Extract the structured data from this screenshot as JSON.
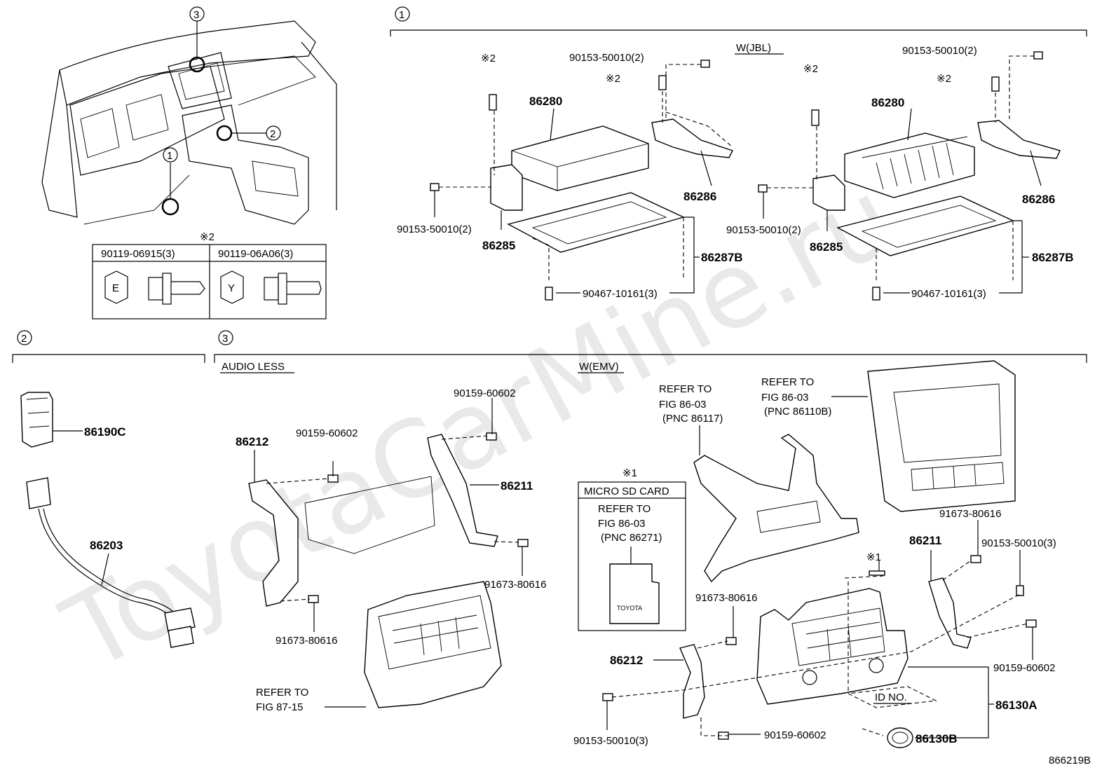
{
  "watermark": "ToyotaCarMine.ru",
  "figure_id": "866219B",
  "sections": {
    "s1": {
      "marker": "1",
      "variant": "W(JBL)"
    },
    "s2": {
      "marker": "2"
    },
    "s3": {
      "marker": "3",
      "variant_left": "AUDIO LESS",
      "variant_right": "W(EMV)"
    }
  },
  "overview_markers": [
    "3",
    "2",
    "1"
  ],
  "note2": {
    "mark": "※2",
    "bolt1": {
      "part": "90119-06915(3)",
      "head_letter": "E"
    },
    "bolt2": {
      "part": "90119-06A06(3)",
      "head_letter": "Y"
    }
  },
  "jbl_left": {
    "amp": "86280",
    "screw_top": "90153-50010(2)",
    "mark_a": "※2",
    "mark_b": "※2",
    "screw_left": "90153-50010(2)",
    "bracket_l": "86285",
    "bracket_r": "86286",
    "plate": "86287B",
    "clip": "90467-10161(3)"
  },
  "jbl_right": {
    "amp": "86280",
    "screw_top": "90153-50010(2)",
    "mark_a": "※2",
    "mark_b": "※2",
    "screw_left": "90153-50010(2)",
    "bracket_l": "86285",
    "bracket_r": "86286",
    "plate": "86287B",
    "clip": "90467-10161(3)"
  },
  "s2parts": {
    "switch": "86190C",
    "harness": "86203"
  },
  "audio_less": {
    "bracket_l": "86212",
    "bracket_r": "86211",
    "screw_a": "90159-60602",
    "screw_b": "90159-60602",
    "screw_c": "91673-80616",
    "screw_d": "91673-80616",
    "refer_line1": "REFER TO",
    "refer_line2": "FIG 87-15"
  },
  "emv": {
    "refer1_line1": "REFER TO",
    "refer1_line2": "FIG 86-03",
    "refer1_line3": "(PNC 86117)",
    "refer2_line1": "REFER TO",
    "refer2_line2": "FIG 86-03",
    "refer2_line3": "(PNC 86110B)",
    "sd_mark": "※1",
    "sd_title": "MICRO SD CARD",
    "sd_line1": "REFER TO",
    "sd_line2": "FIG 86-03",
    "sd_line3": "(PNC 86271)",
    "sd_brand": "TOYOTA",
    "screw_top_l": "91673-80616",
    "bracket_l": "86212",
    "screw_bl": "90153-50010(3)",
    "screw_bm": "90159-60602",
    "mark1": "※1",
    "bracket_r": "86211",
    "screw_r1": "91673-80616",
    "screw_r2": "90153-50010(3)",
    "screw_r3": "90159-60602",
    "id_no": "ID NO.",
    "panel": "86130A",
    "knob": "86130B"
  }
}
